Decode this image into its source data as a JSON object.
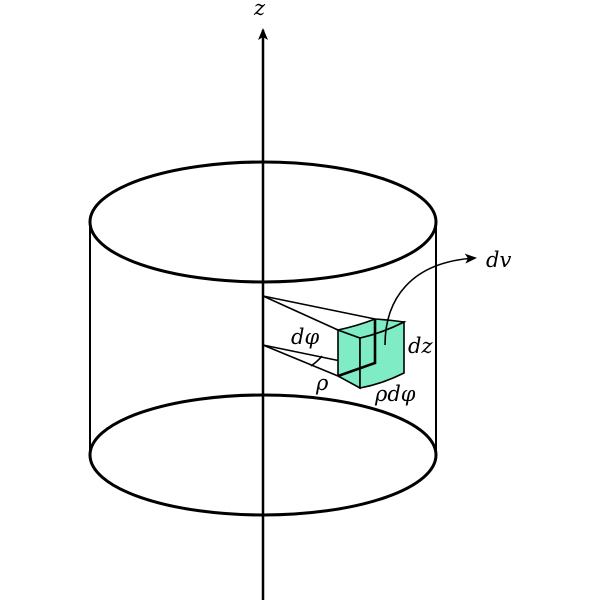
{
  "labels": {
    "z_axis": "z",
    "volume": "dv",
    "angle": "dφ",
    "radius": "ρ",
    "arc": "ρdφ",
    "height": "dz"
  },
  "colors": {
    "volume_fill": "#7fecc6",
    "stroke": "#000000"
  }
}
